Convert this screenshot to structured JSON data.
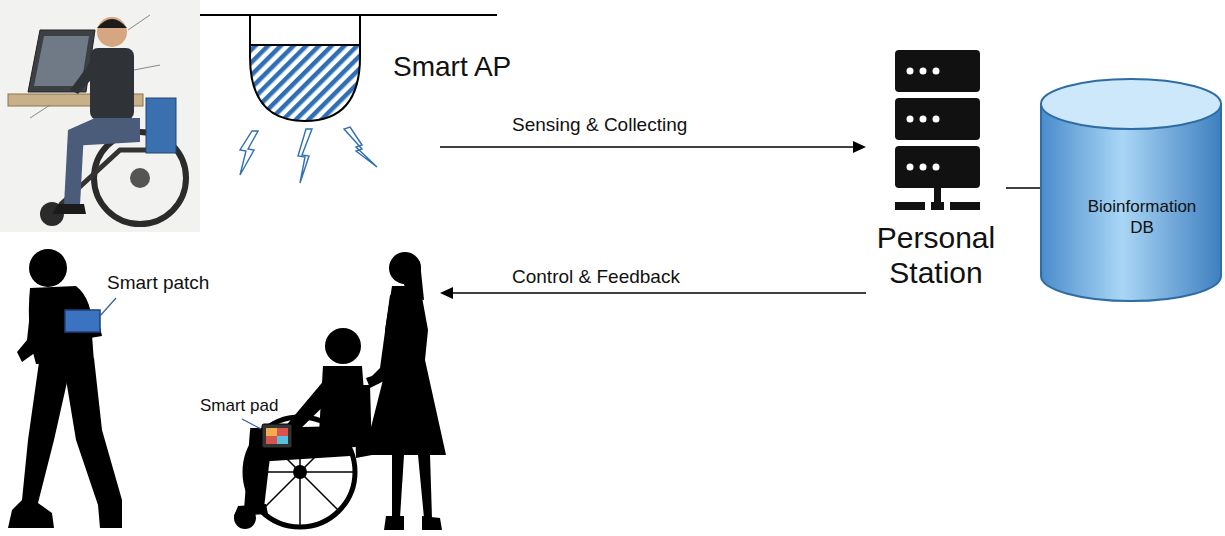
{
  "diagram": {
    "nodes": [
      {
        "text": [
          "Smart AP"
        ]
      },
      {
        "text": [
          "Personal Station"
        ]
      },
      {
        "text": [
          "Bioinformation DB"
        ]
      }
    ],
    "edges": [
      {
        "from": 0,
        "to": 1,
        "arrow": "to",
        "label": "Sensing & Collecting"
      },
      {
        "from": 1,
        "to": 2,
        "arrow": "none"
      }
    ],
    "labels": [
      "Control & Feedback",
      "Smart patch",
      "Smart pad"
    ]
  }
}
